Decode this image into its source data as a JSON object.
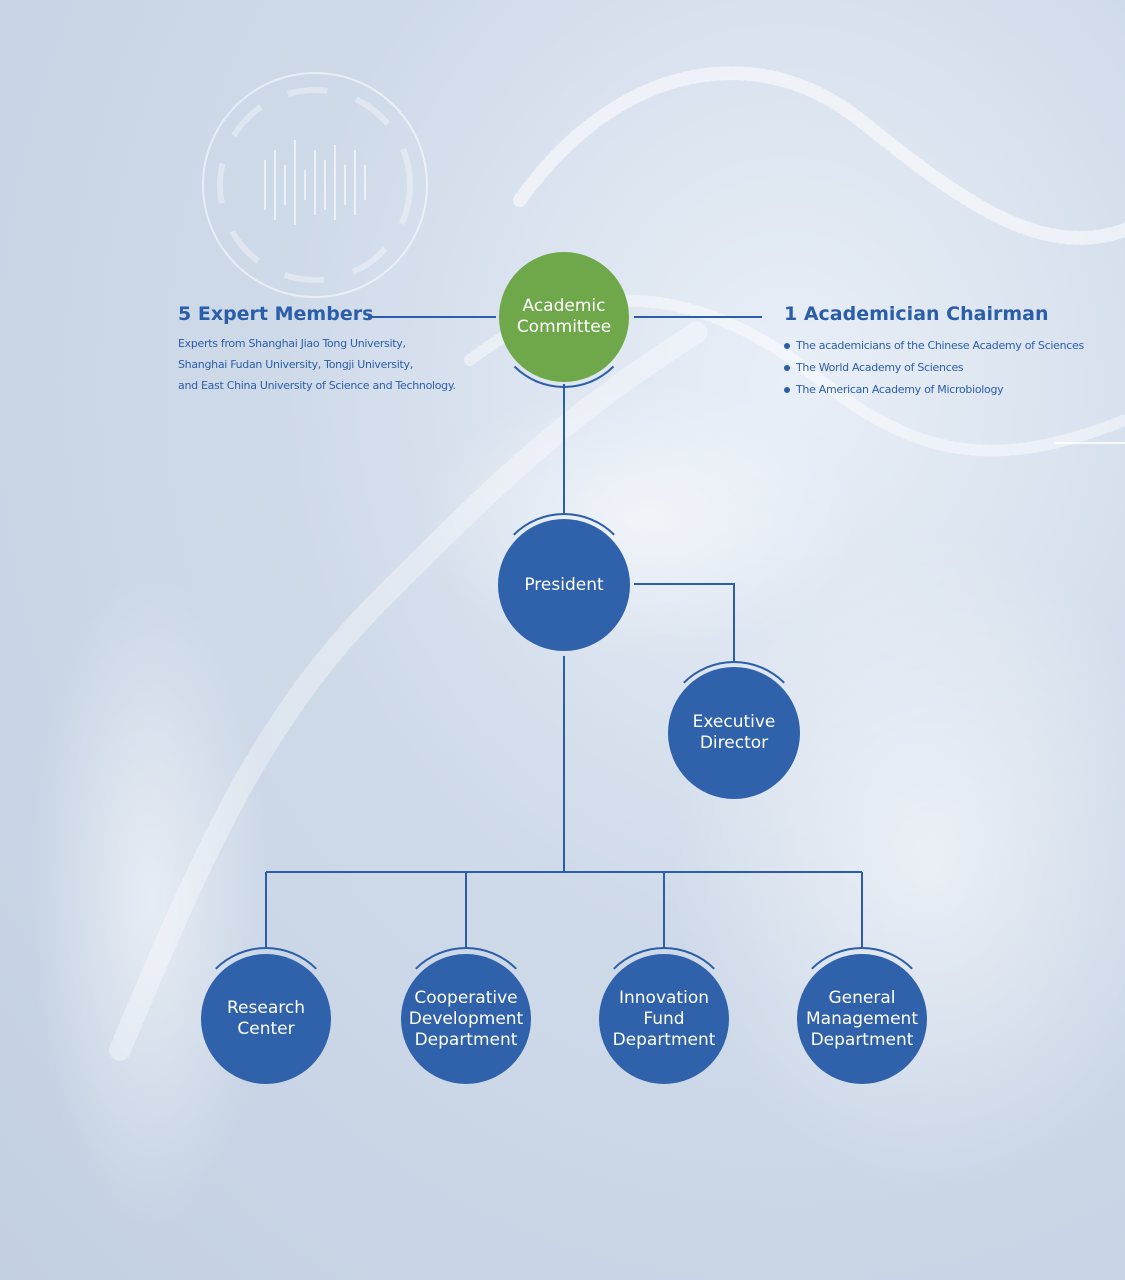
{
  "colors": {
    "primary_blue": "#2f62aa",
    "line_blue": "#2b5ea8",
    "committee_green": "#6fa84a"
  },
  "left_panel": {
    "heading": "5 Expert Members",
    "lines": [
      "Experts from Shanghai Jiao Tong University,",
      "Shanghai Fudan University, Tongji University,",
      "and East China University of Science and Technology."
    ]
  },
  "right_panel": {
    "heading": "1 Academician Chairman",
    "bullets": [
      "The academicians of the Chinese Academy of Sciences",
      "The World Academy of Sciences",
      "The American Academy of Microbiology"
    ]
  },
  "nodes": {
    "committee": [
      "Academic",
      "Committee"
    ],
    "president": [
      "President"
    ],
    "executive": [
      "Executive",
      "Director"
    ],
    "departments": [
      [
        "Research",
        "Center"
      ],
      [
        "Cooperative",
        "Development",
        "Department"
      ],
      [
        "Innovation",
        "Fund",
        "Department"
      ],
      [
        "General",
        "Management",
        "Department"
      ]
    ]
  }
}
